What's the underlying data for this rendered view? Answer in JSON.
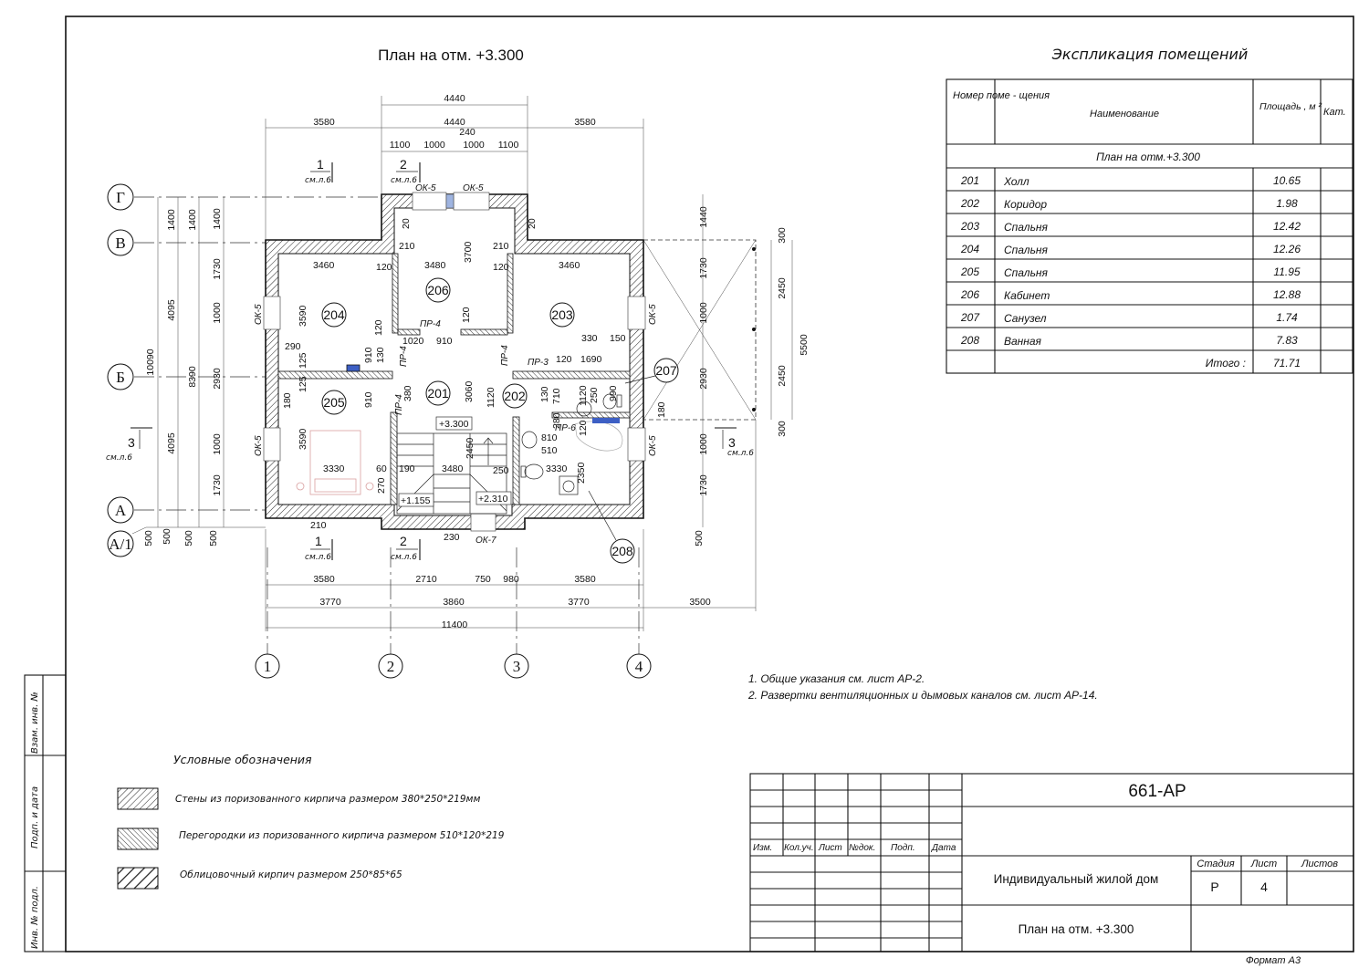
{
  "plan": {
    "title": "План на отм. +3.300",
    "axes_cols": [
      "1",
      "2",
      "3",
      "4"
    ],
    "axes_rows": [
      "Г",
      "В",
      "Б",
      "А",
      "А/1"
    ],
    "rooms": [
      "201",
      "202",
      "203",
      "204",
      "205",
      "206",
      "207",
      "208"
    ],
    "dims_top": [
      "4440",
      "3580",
      "4440",
      "3580",
      "1100",
      "1000",
      "240",
      "1000",
      "1100"
    ],
    "dims_bottom": [
      "3580",
      "2710",
      "750",
      "980",
      "3580",
      "3770",
      "3860",
      "3770",
      "3500",
      "11400"
    ],
    "dims_left": [
      "10090",
      "1400",
      "4095",
      "4095",
      "500",
      "1400",
      "8390",
      "500",
      "1400",
      "1730",
      "1000",
      "2930",
      "1000",
      "1730",
      "500",
      "500"
    ],
    "dims_right": [
      "1440",
      "1730",
      "1000",
      "2930",
      "1000",
      "1730",
      "500",
      "300",
      "2450",
      "2450",
      "300",
      "5500"
    ],
    "dims_inner": [
      "3460",
      "120",
      "3480",
      "3700",
      "120",
      "210",
      "210",
      "20",
      "20",
      "3460",
      "120",
      "3590",
      "290",
      "125",
      "910",
      "130",
      "1020",
      "910",
      "120",
      "125",
      "180",
      "3590",
      "910",
      "380",
      "3060",
      "1120",
      "3330",
      "60",
      "270",
      "190",
      "3480",
      "2450",
      "250",
      "210",
      "230",
      "330",
      "150",
      "120",
      "1690",
      "130",
      "710",
      "280",
      "1120",
      "250",
      "990",
      "180",
      "120",
      "810",
      "510",
      "3330",
      "2350"
    ],
    "openings": [
      "ОК-5",
      "ОК-5",
      "ОК-5",
      "ОК-5",
      "ОК-5",
      "ОК-5",
      "ОК-7",
      "ПР-4",
      "ПР-4",
      "ПР-4",
      "ПР-4",
      "ПР-3",
      "ПР-6"
    ],
    "levels": [
      "+3.300",
      "+1.155",
      "+2.310"
    ],
    "sections": [
      {
        "num": "1",
        "ref": "см.л.6"
      },
      {
        "num": "2",
        "ref": "см.л.6"
      },
      {
        "num": "1",
        "ref": "см.л.6"
      },
      {
        "num": "2",
        "ref": "см.л.6"
      },
      {
        "num": "3",
        "ref": "см.л.6"
      },
      {
        "num": "3",
        "ref": "см.л.6"
      }
    ]
  },
  "explication": {
    "title": "Экспликация помещений",
    "headers": {
      "num": "Номер поме - щения",
      "name": "Наименование",
      "area": "Площадь , м ²",
      "cat": "Кат."
    },
    "section": "План на отм.+3.300",
    "rows": [
      {
        "num": "201",
        "name": "Холл",
        "area": "10.65"
      },
      {
        "num": "202",
        "name": "Коридор",
        "area": "1.98"
      },
      {
        "num": "203",
        "name": "Спальня",
        "area": "12.42"
      },
      {
        "num": "204",
        "name": "Спальня",
        "area": "12.26"
      },
      {
        "num": "205",
        "name": "Спальня",
        "area": "11.95"
      },
      {
        "num": "206",
        "name": "Кабинет",
        "area": "12.88"
      },
      {
        "num": "207",
        "name": "Санузел",
        "area": "1.74"
      },
      {
        "num": "208",
        "name": "Ванная",
        "area": "7.83"
      }
    ],
    "total_label": "Итого :",
    "total": "71.71"
  },
  "notes": [
    "1.  Общие указания см. лист АР-2.",
    "2.  Развертки вентиляционных и дымовых каналов см. лист АР-14."
  ],
  "legend": {
    "title": "Условные обозначения",
    "items": [
      "Стены из поризованного кирпича размером 380*250*219мм",
      "Перегородки из поризованного кирпича размером 510*120*219",
      "Облицовочный кирпич размером 250*85*65"
    ]
  },
  "side_strip": [
    "Взам. инв. №",
    "Подп. и дата",
    "Инв. № подл."
  ],
  "title_block": {
    "code": "661-АР",
    "cols": [
      "Изм.",
      "Кол.уч.",
      "Лист",
      "№док.",
      "Подп.",
      "Дата"
    ],
    "project": "Индивидуальный жилой дом",
    "sheet_title": "План на отм. +3.300",
    "stage_label": "Стадия",
    "sheet_label": "Лист",
    "sheets_label": "Листов",
    "stage": "Р",
    "sheet": "4",
    "format": "Формат А3"
  }
}
